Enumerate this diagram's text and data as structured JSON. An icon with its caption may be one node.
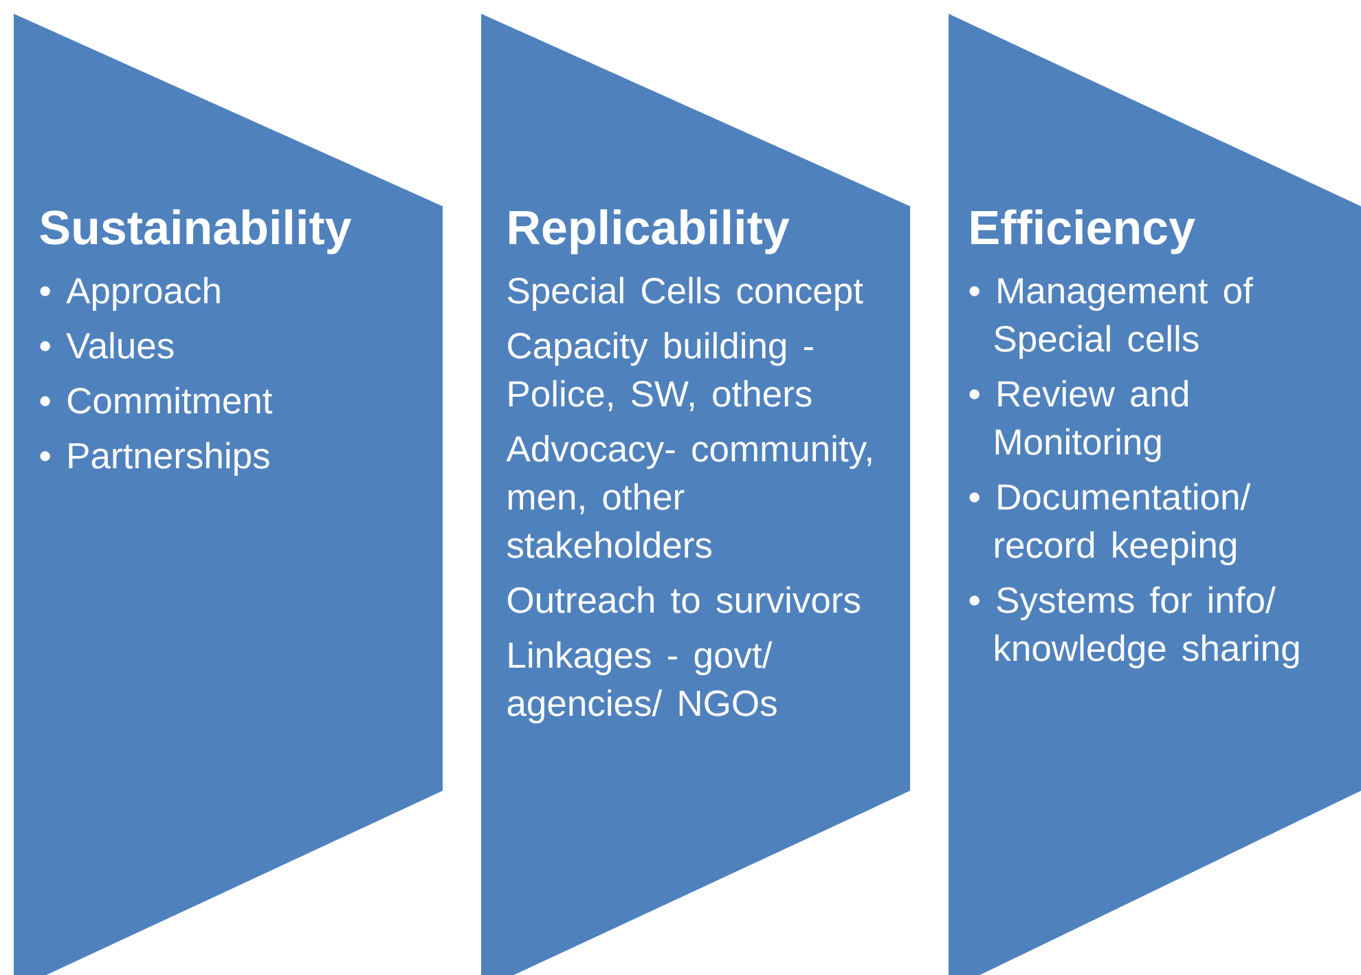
{
  "diagram": {
    "nodes": [
      {
        "text": [
          "Sustainability",
          "• Approach",
          "• Values",
          "• Commitment",
          "• Partnerships"
        ]
      },
      {
        "text": [
          "Replicability",
          "Special Cells concept",
          "Capacity building - Police,  SW, others",
          "Advocacy- community, men, other stakeholders",
          "Outreach to survivors",
          "Linkages - govt/ agencies/ NGOs"
        ]
      },
      {
        "text": [
          "Efficiency",
          "• Management of Special cells",
          "• Review and Monitoring",
          "• Documentation/ record keeping",
          "•  Systems for info/ knowledge sharing"
        ]
      }
    ]
  }
}
